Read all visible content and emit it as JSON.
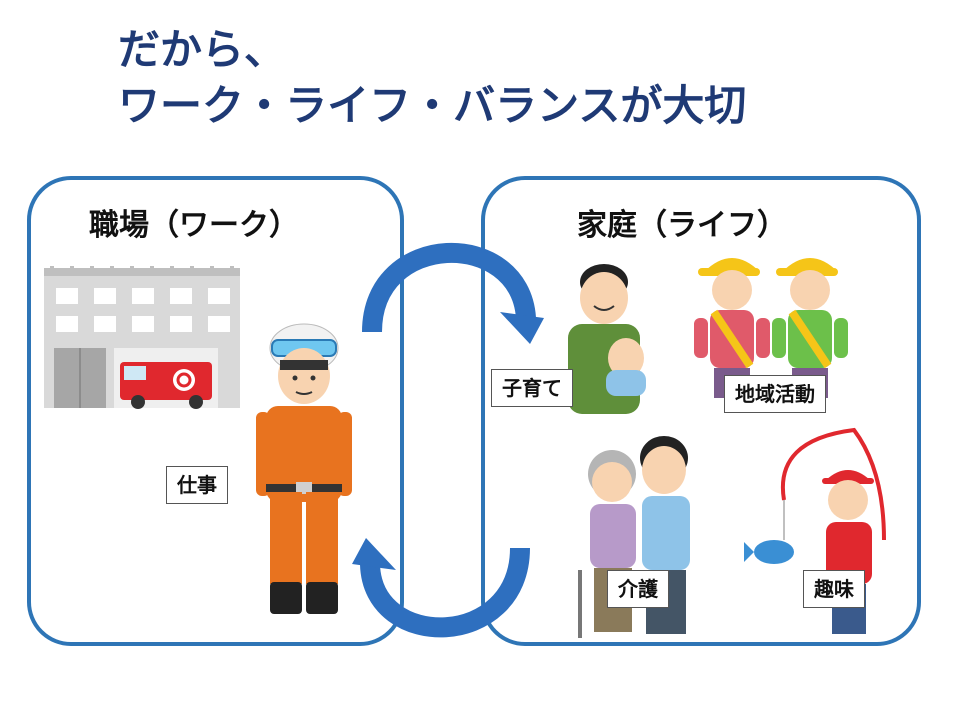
{
  "title": {
    "line1": "だから、",
    "line2": "ワーク・ライフ・バランスが大切"
  },
  "work": {
    "title": "職場（ワーク）",
    "label": "仕事"
  },
  "life": {
    "title": "家庭（ライフ）",
    "labels": {
      "childcare": "子育て",
      "community": "地域活動",
      "care": "介護",
      "hobby": "趣味"
    }
  },
  "colors": {
    "title": "#1f3a75",
    "panel_border": "#2e75b6",
    "arrow": "#2e6fbf"
  }
}
